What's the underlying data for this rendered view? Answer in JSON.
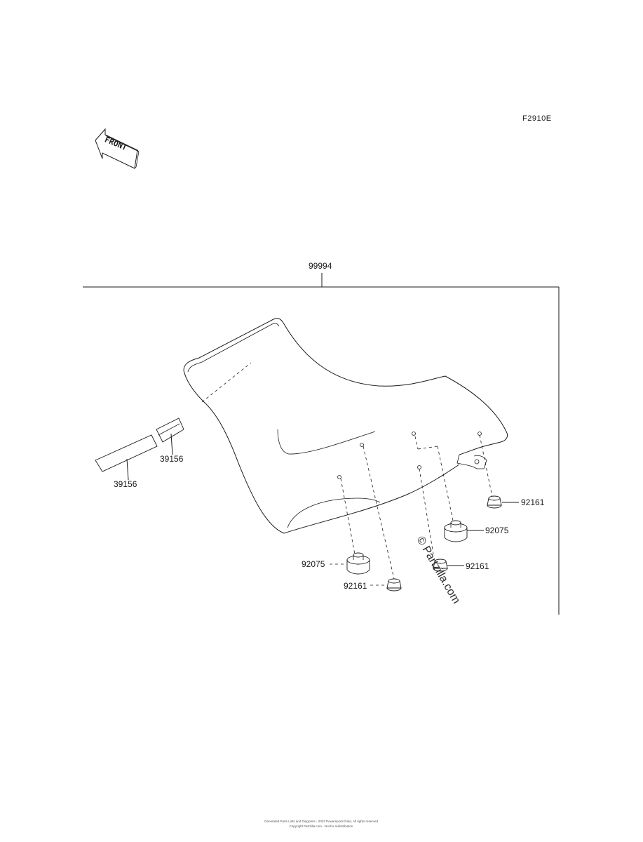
{
  "diagram_code": "F2910E",
  "front_label": "FRONT",
  "assembly_label": "99994",
  "parts": {
    "strap_inner": "39156",
    "strap_outer": "39156",
    "damper_right_top": "92161",
    "bushing_right": "92075",
    "damper_center": "92161",
    "bushing_left": "92075",
    "damper_bottom": "92161"
  },
  "watermark": "© Partzilla.com",
  "footer": {
    "line1": "Generated Parts Lists and Diagrams - 2023 Powersports Data, All rights reserved",
    "line2": "Copyright Partzilla.com - Not for redistribution"
  }
}
